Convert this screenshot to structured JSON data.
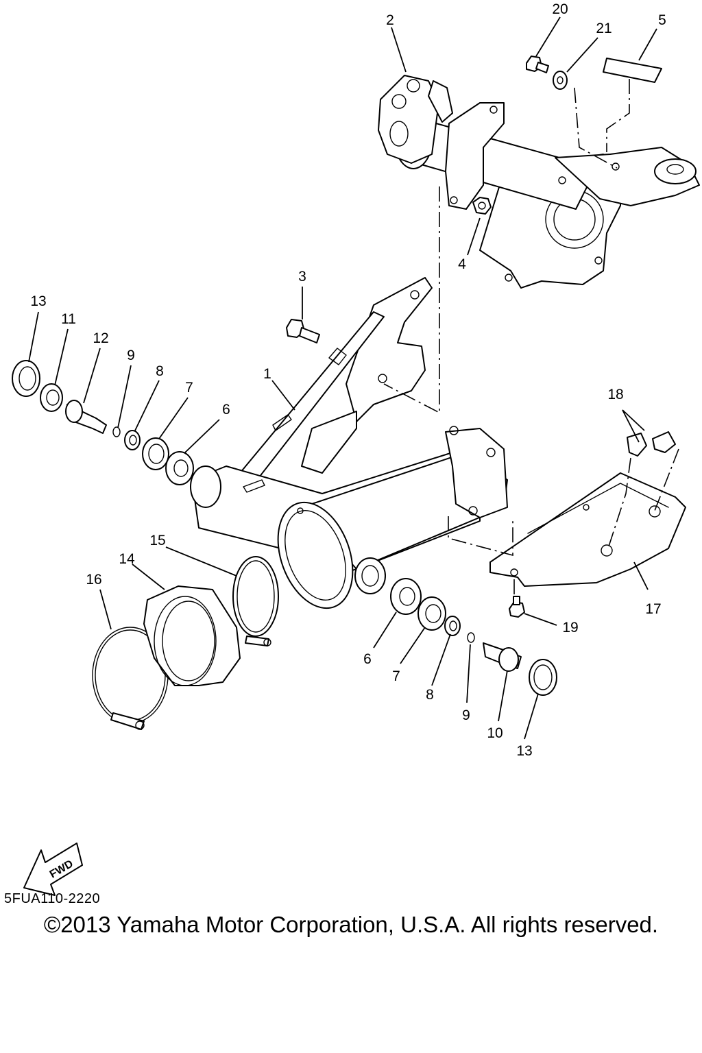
{
  "diagram": {
    "part_labels": [
      "1",
      "2",
      "3",
      "4",
      "5",
      "6",
      "7",
      "8",
      "9",
      "10",
      "11",
      "12",
      "13",
      "14",
      "15",
      "16",
      "17",
      "18",
      "19",
      "20",
      "21"
    ],
    "fwd_label": "FWD",
    "drawing_code": "5FUA110-2220",
    "copyright": "©2013 Yamaha Motor Corporation, U.S.A. All rights reserved."
  }
}
